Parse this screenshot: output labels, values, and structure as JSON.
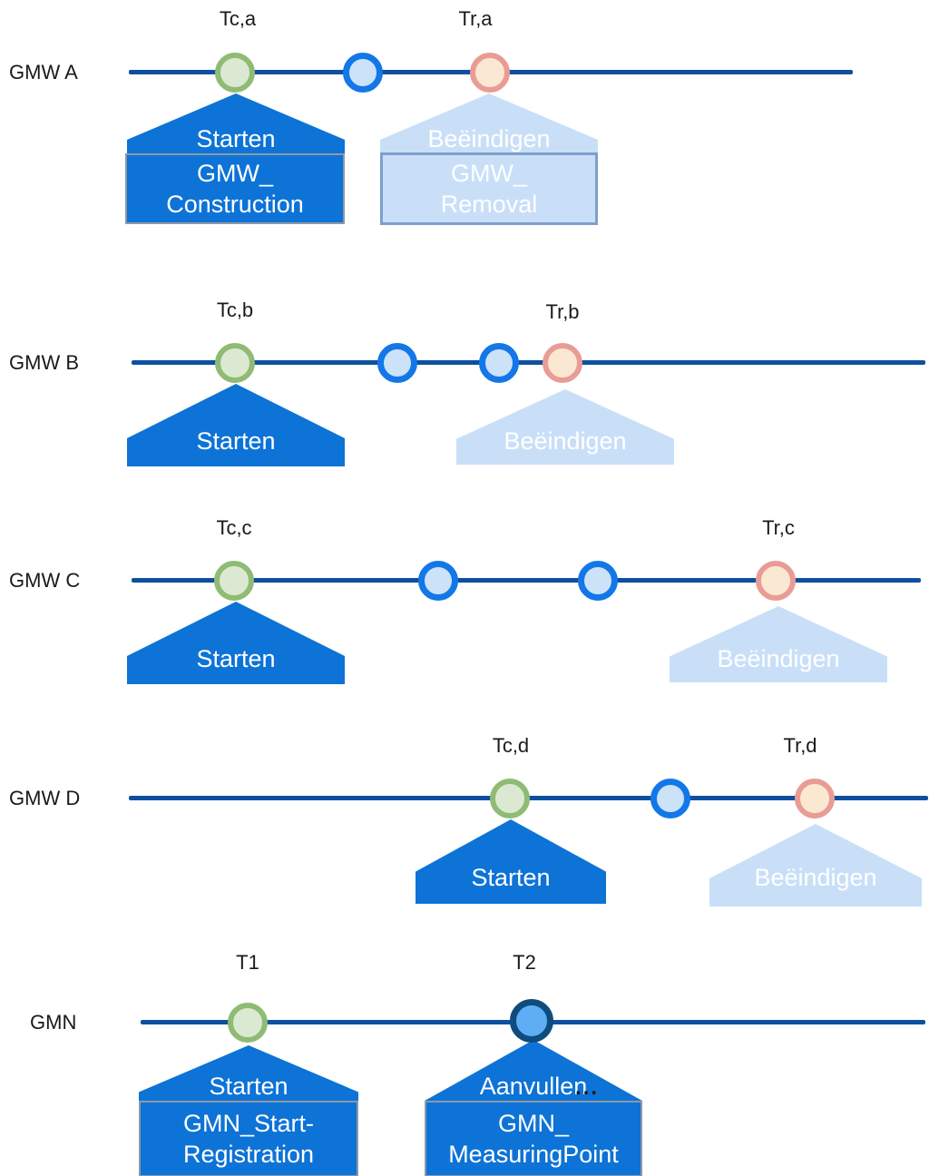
{
  "colors": {
    "timeline": "#0E4F9F",
    "callout_dark": "#0D73D6",
    "callout_light": "#C9DFF8",
    "rect_border_dark": "#8D98A8",
    "rect_border_light": "#7E9FCB",
    "circle_green_border": "#8FBB74",
    "circle_green_fill": "#DCE9D2",
    "circle_blue_border": "#1377E8",
    "circle_blue_fill": "#CBE2F9",
    "circle_salmon_border": "#E99C95",
    "circle_salmon_fill": "#FBE8D2",
    "circle_navy_border": "#0F4C7E",
    "circle_navy_fill": "#5FAEF5",
    "label_text": "#1A1A1A",
    "callout_text": "#FFFFFF"
  },
  "rows": [
    {
      "label": "GMW A",
      "tc": "Tc,a",
      "tr": "Tr,a",
      "start": {
        "title": "Starten",
        "body1": "GMW_",
        "body2": "Construction"
      },
      "end": {
        "title": "Beëindigen",
        "body1": "GMW_",
        "body2": "Removal"
      }
    },
    {
      "label": "GMW B",
      "tc": "Tc,b",
      "tr": "Tr,b",
      "start": {
        "title": "Starten"
      },
      "end": {
        "title": "Beëindigen"
      }
    },
    {
      "label": "GMW C",
      "tc": "Tc,c",
      "tr": "Tr,c",
      "start": {
        "title": "Starten"
      },
      "end": {
        "title": "Beëindigen"
      }
    },
    {
      "label": "GMW D",
      "tc": "Tc,d",
      "tr": "Tr,d",
      "start": {
        "title": "Starten"
      },
      "end": {
        "title": "Beëindigen"
      }
    },
    {
      "label": "GMN",
      "tc": "T1",
      "tr": "T2",
      "start": {
        "title": "Starten",
        "body1": "GMN_Start-",
        "body2": "Registration"
      },
      "end": {
        "title": "Aanvullen",
        "ellipsis": "...",
        "body1": "GMN_",
        "body2": "MeasuringPoint"
      }
    }
  ]
}
